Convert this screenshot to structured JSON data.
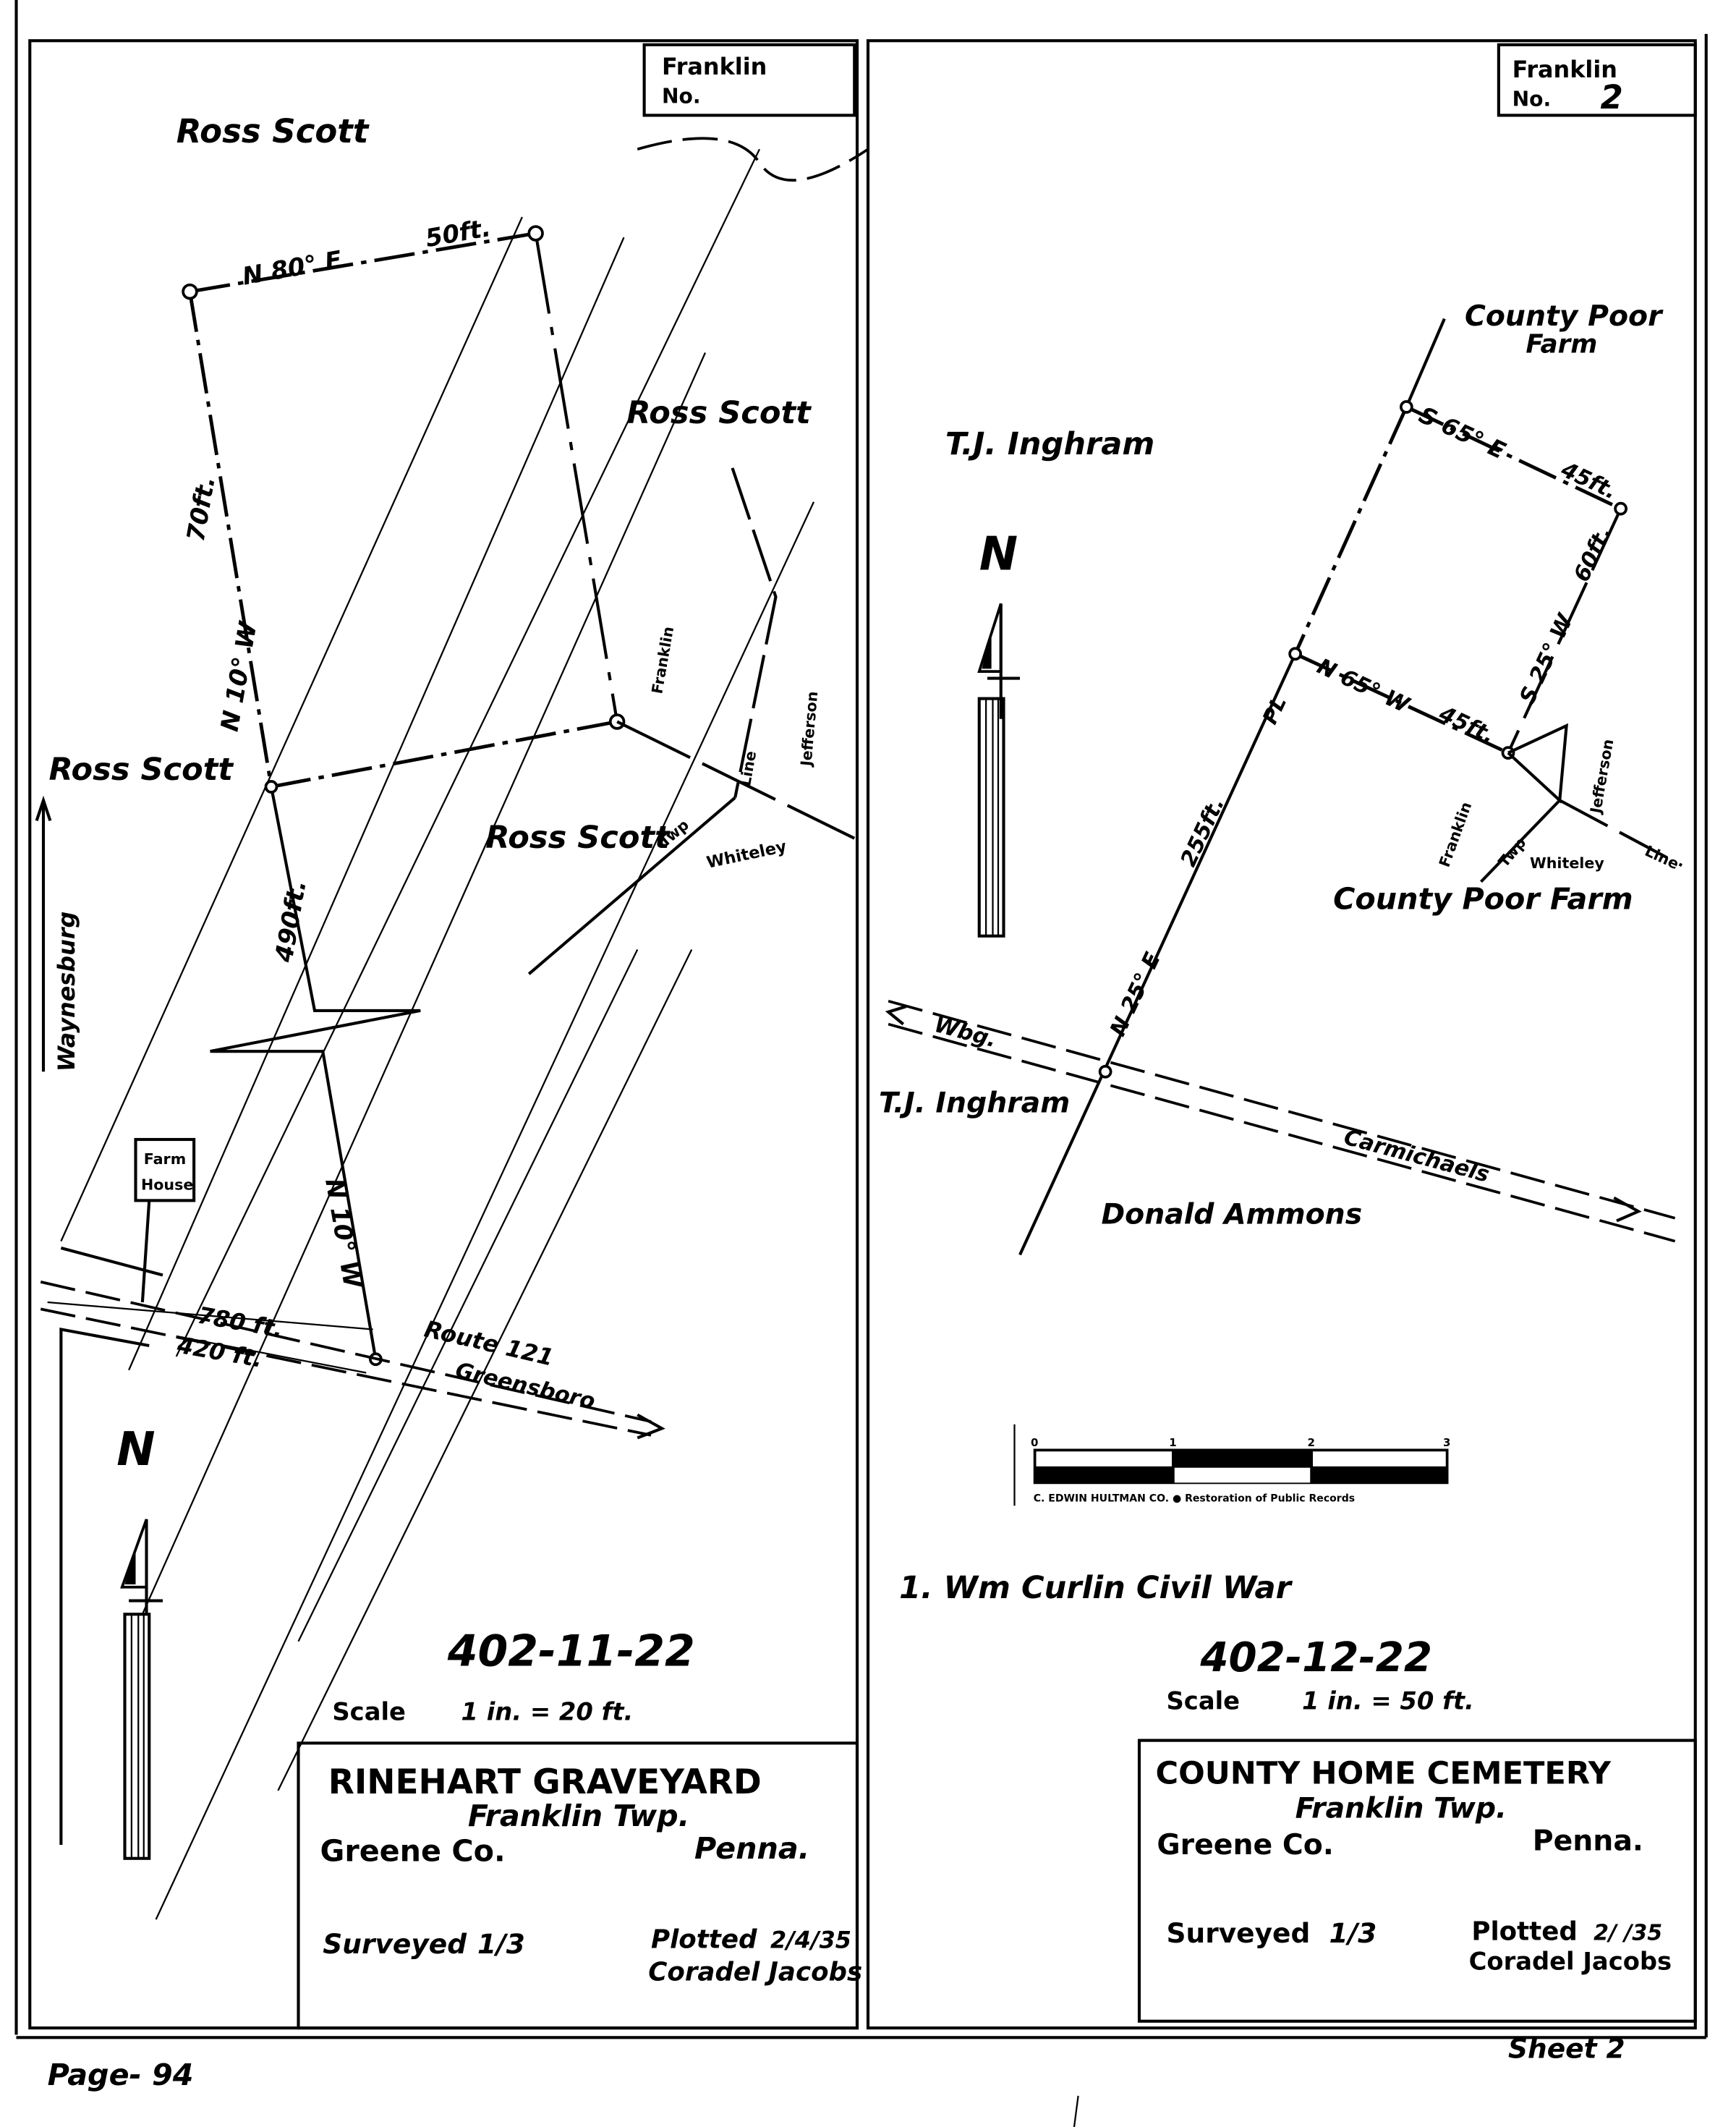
{
  "left_sheet": {
    "header": {
      "township": "Franklin",
      "number_label": "No.",
      "number": ""
    },
    "owners": [
      "Ross Scott",
      "Ross Scott",
      "Ross Scott",
      "Ross Scott"
    ],
    "bearings": {
      "north_line": "N 80° E",
      "north_len": "50ft.",
      "west_line": "N 10° W",
      "west_len": "70ft.",
      "lower_len": "490ft.",
      "lower_bearing": "N 10° W",
      "dist1": "780 ft.",
      "dist2": "420 ft."
    },
    "boundary_labels": {
      "franklin": "Franklin",
      "jefferson": "Jefferson",
      "line": "Line",
      "twp": "Twp",
      "whiteley": "Whiteley"
    },
    "road": {
      "route": "Route 121",
      "to": "Greensboro",
      "waynesburg": "Waynesburg"
    },
    "farm_house": {
      "line1": "Farm",
      "line2": "House"
    },
    "north_label": "N",
    "plot_number": "402-11-22",
    "scale": {
      "label": "Scale",
      "value": "1 in. = 20 ft."
    },
    "title_block": {
      "name": "RINEHART GRAVEYARD",
      "township": "Franklin Twp.",
      "county": "Greene Co.",
      "state": "Penna.",
      "surveyed_label": "Surveyed",
      "surveyed": "1/3",
      "plotted_label": "Plotted",
      "plotted": "2/4/35",
      "plotter": "Coradel Jacobs"
    }
  },
  "right_sheet": {
    "header": {
      "township": "Franklin",
      "number_label": "No.",
      "number": "2"
    },
    "owners": {
      "poor_farm_top_1": "County Poor",
      "poor_farm_top_2": "Farm",
      "inghram_top": "T.J. Inghram",
      "inghram_bottom": "T.J. Inghram",
      "ammons": "Donald Ammons",
      "poor_farm_bottom": "County Poor Farm"
    },
    "bearings": {
      "s65e": "S 65° E",
      "s65e_len": "45ft.",
      "s25w": "S 25° W",
      "s25w_len": "60ft.",
      "n65w": "N 65° W",
      "n65w_len": "45ft.",
      "n25e": "N 25° E",
      "n25e_len": "255ft.",
      "pl": "PL"
    },
    "boundary_labels": {
      "franklin": "Franklin",
      "jefferson": "Jefferson",
      "twp": "Twp",
      "whiteley": "Whiteley",
      "line": "Line"
    },
    "road": {
      "from": "Wbg.",
      "to": "Carmichaels"
    },
    "north_label": "N",
    "scale_bar": {
      "ticks": [
        "0",
        "1",
        "2",
        "3"
      ],
      "credit": "C. EDWIN HULTMAN CO.  ●  Restoration of Public Records"
    },
    "burial_note": "1. Wm Curlin Civil War",
    "plot_number": "402-12-22",
    "scale": {
      "label": "Scale",
      "value": "1 in. = 50 ft."
    },
    "title_block": {
      "name": "COUNTY HOME CEMETERY",
      "township": "Franklin Twp.",
      "county": "Greene Co.",
      "state": "Penna.",
      "surveyed_label": "Surveyed",
      "surveyed": "1/3",
      "plotted_label": "Plotted",
      "plotted": "2/ /35",
      "plotter": "Coradel Jacobs"
    }
  },
  "footer": {
    "page": "Page- 94",
    "sheet": "Sheet 2"
  }
}
